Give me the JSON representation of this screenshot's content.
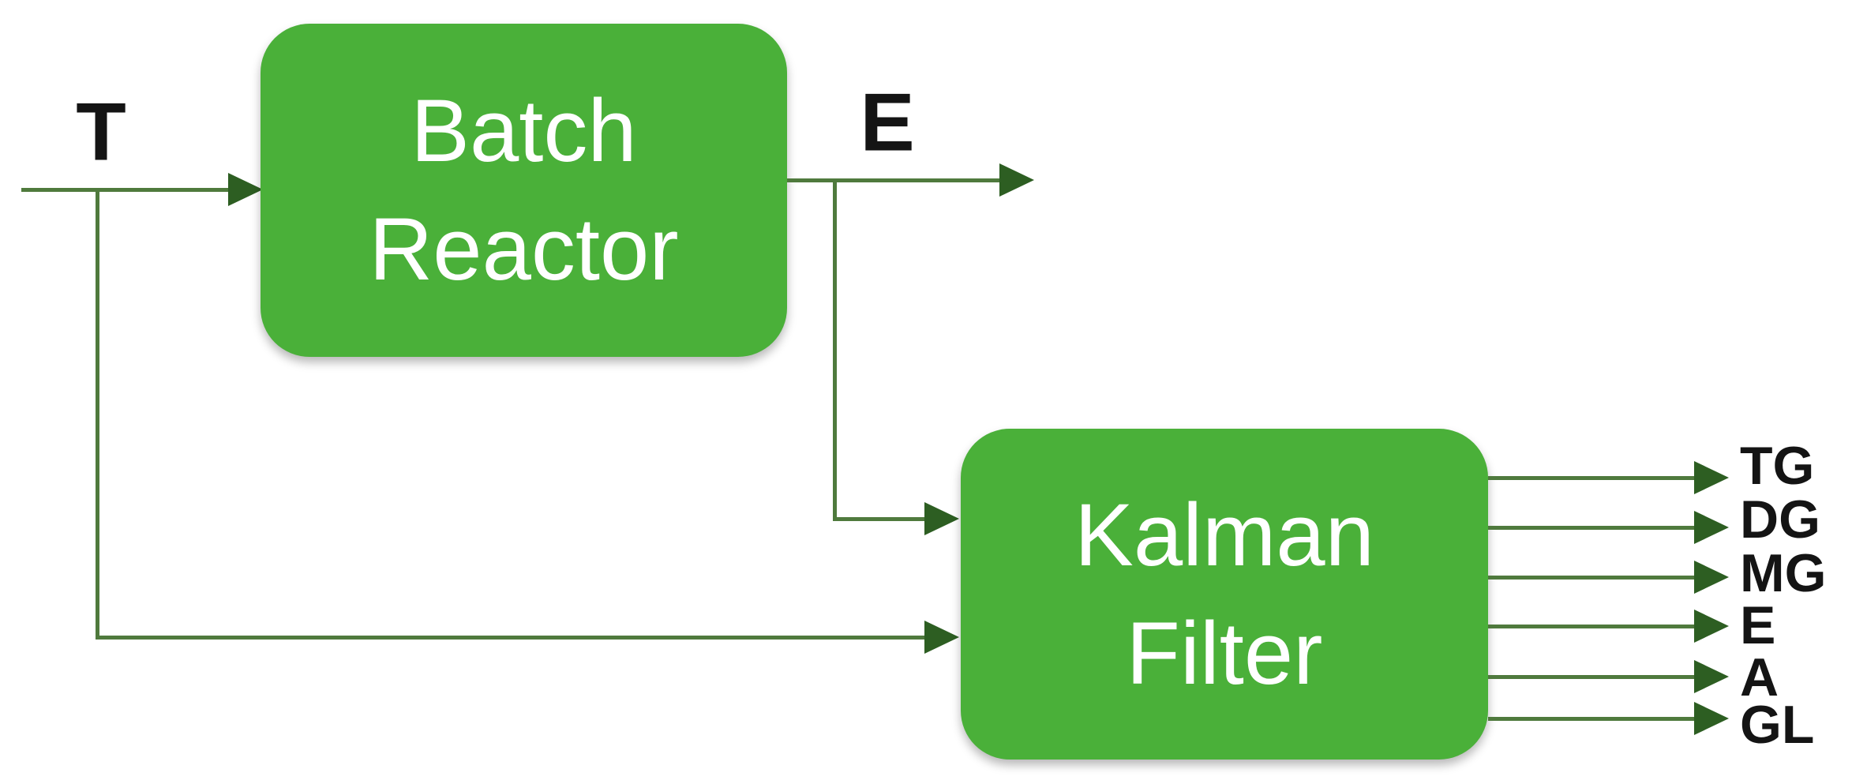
{
  "diagram": {
    "nodes": {
      "batch_reactor": {
        "line1": "Batch",
        "line2": "Reactor"
      },
      "kalman_filter": {
        "line1": "Kalman",
        "line2": "Filter"
      }
    },
    "signals": {
      "input": "T",
      "intermediate": "E"
    },
    "outputs": [
      "TG",
      "DG",
      "MG",
      "E",
      "A",
      "GL"
    ],
    "colors": {
      "background": "#ffffff",
      "node_fill": "#4ab039",
      "node_text": "#ffffff",
      "connector": "#4f7a3d",
      "arrowhead": "#2d5e22",
      "label": "#141414"
    }
  }
}
